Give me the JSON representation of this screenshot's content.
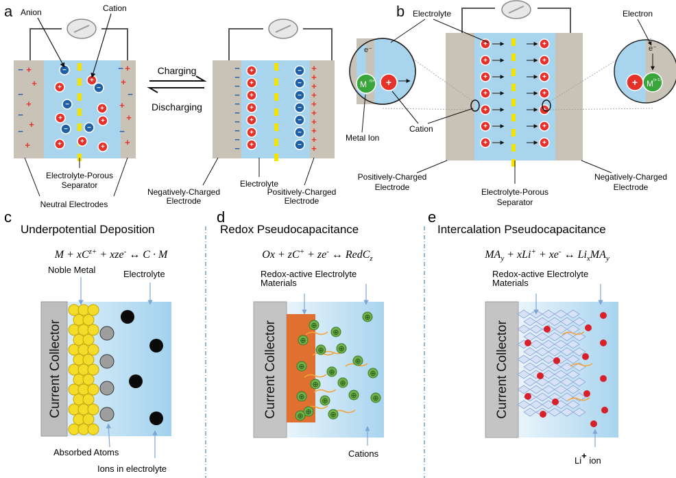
{
  "panels": {
    "a": {
      "letter": "a",
      "labels": {
        "anion": "Anion",
        "cation": "Cation",
        "charging": "Charging",
        "discharging": "Discharging",
        "separator": "Electrolyte-Porous\nSeparator",
        "neutral_electrodes": "Neutral Electrodes",
        "negatively_charged_electrode": "Negatively-Charged\nElectrode",
        "electrolyte": "Electrolyte",
        "positively_charged_electrode": "Positively-Charged\nElectrode"
      }
    },
    "b": {
      "letter": "b",
      "labels": {
        "electrolyte": "Electrolyte",
        "electron": "Electron",
        "e_minus": "e⁻",
        "metal_ion_symbol": "M",
        "metal_ion_charge_left": "n+",
        "metal_ion_charge_right": "(n-1)+",
        "cation": "Cation",
        "metal_ion": "Metal Ion",
        "positively_charged_electrode": "Positively-Charged\nElectrode",
        "separator": "Electrolyte-Porous\nSeparator",
        "negatively_charged_electrode": "Negatively-Charged\nElectrode"
      }
    },
    "c": {
      "letter": "c",
      "title": "Underpotential Deposition",
      "equation": "M + xC^{z+} + xze^{-} ↔ C · M",
      "labels": {
        "noble_metal": "Noble Metal",
        "electrolyte": "Electrolyte",
        "current_collector": "Current Collector",
        "absorbed_atoms": "Absorbed Atoms",
        "ions_in_electrolyte": "Ions in electrolyte"
      }
    },
    "d": {
      "letter": "d",
      "title": "Redox Pseudocapacitance",
      "equation": "Ox + zC^{+} + ze^{-} ↔ RedC_{z}",
      "labels": {
        "redox_active": "Redox-active Electrolyte\nMaterials",
        "current_collector": "Current Collector",
        "cations": "Cations"
      }
    },
    "e": {
      "letter": "e",
      "title": "Intercalation Pseudocapacitance",
      "equation": "MA_{y} + xLi^{+} + xe^{-} ↔ Li_{x}MA_{y}",
      "labels": {
        "redox_active": "Redox-active Electrolyte\nMaterials",
        "current_collector": "Current Collector",
        "li_ion": "Li",
        "li_ion_charge": "+",
        "li_ion_suffix": " ion"
      }
    }
  },
  "symbols": {
    "plus": "+",
    "minus": "−",
    "ion_plus": "+",
    "ion_minus": "−",
    "oplus": "⊕"
  },
  "colors": {
    "electrode_gray": "#c9c2b6",
    "electrolyte_blue": "#a9d4ee",
    "separator_yellow": "#f2e400",
    "cation_red": "#e4322b",
    "anion_blue": "#1f5fa8",
    "metal_ion_green": "#3aa53a",
    "noble_metal_yellow": "#f3dd2a",
    "redox_orange": "#e07030",
    "cation_green": "#6fb04a",
    "li_red": "#d8202a",
    "lattice_blue": "#8aa4d8",
    "divider": "#6e9fc2"
  }
}
